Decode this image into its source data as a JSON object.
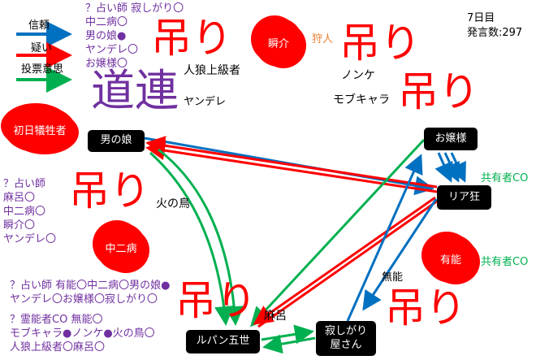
{
  "legend": {
    "trust": "信頼",
    "doubt": "疑い",
    "vote": "投票意思"
  },
  "status": {
    "day": "7日目",
    "posts": "発言数:297"
  },
  "nodes": {
    "otokonoko": "男の娘",
    "ojousama": "お嬢様",
    "riakyou": "リア狂",
    "lupin": "ルパン五世",
    "sabishigari_1": "寂しがり",
    "sabishigari_2": "屋さん"
  },
  "dead": {
    "first": "初日犠牲者",
    "shunsuke": "瞬介",
    "chuunibyou": "中二病",
    "yuunou": "有能"
  },
  "roles": {
    "hunter": "狩人",
    "sharer1": "共有者CO",
    "sharer2": "共有者CO"
  },
  "hanged": "吊り",
  "michizure": "道連",
  "names": {
    "jinrou": "人狼上級者",
    "nonke": "ノンケ",
    "mobu": "モブキャラ",
    "yandere": "ヤンデレ",
    "hinotori": "火の鳥",
    "maro": "麻呂",
    "munou": "無能"
  },
  "seer_top": [
    "？占い師 寂しがり〇",
    "中二病〇",
    "男の娘●",
    "ヤンデレ〇",
    "お嬢様〇"
  ],
  "seer_left": [
    "？占い師",
    "麻呂〇",
    "中二病〇",
    "瞬介〇",
    "ヤンデレ〇"
  ],
  "seer_bottom": [
    "？占い師 有能〇中二病〇男の娘●",
    "ヤンデレ〇お嬢様〇寂しがり〇"
  ],
  "medium_bottom": [
    "？霊能者CO 無能〇",
    "モブキャラ●ノンケ●火の鳥〇",
    "人狼上級者〇麻呂〇"
  ],
  "colors": {
    "trust": "#0070c0",
    "doubt": "#ff0000",
    "vote": "#00b050",
    "text": "#7030a0"
  }
}
